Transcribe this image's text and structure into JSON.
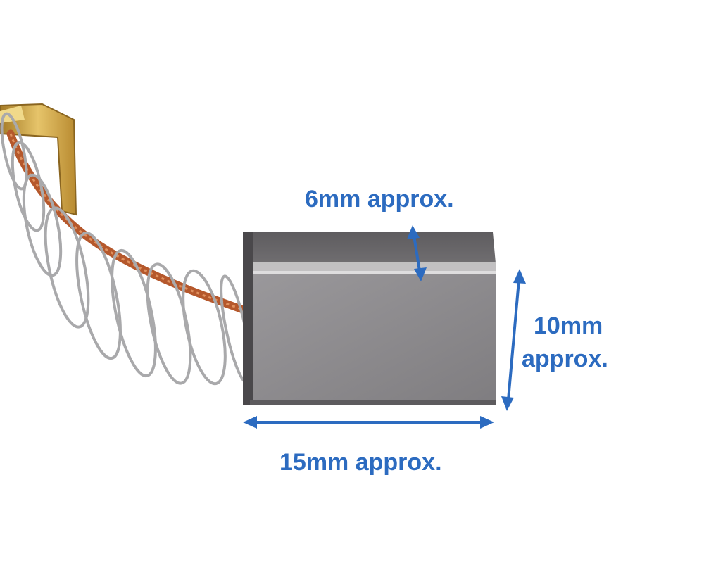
{
  "annotations": {
    "depth": "6mm approx.",
    "height_value": "10mm",
    "height_suffix": "approx.",
    "width": "15mm approx."
  },
  "colors": {
    "annotation_blue": "#2c6bc0",
    "carbon_grey": "#8d8b8e",
    "copper_wire": "#b5582c",
    "spring_steel": "#a9a9ab",
    "brass_terminal": "#d1a84a"
  }
}
